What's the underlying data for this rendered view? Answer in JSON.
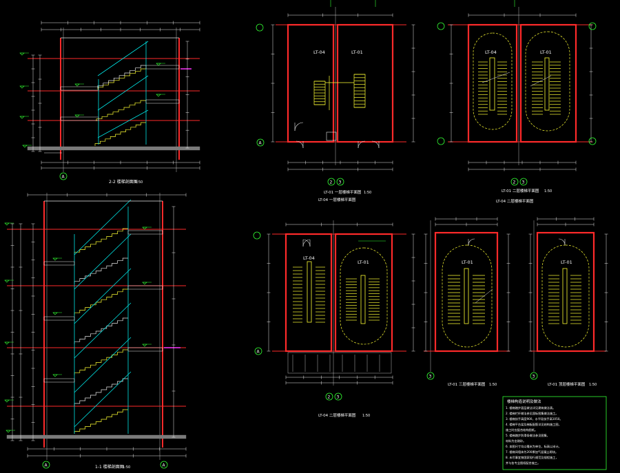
{
  "drawing": {
    "colors": {
      "background": "#000000",
      "wall": "#ff2a2a",
      "dim": "#e8e8e8",
      "stair": "#ffff33",
      "rail": "#00e5e5",
      "level": "#ff2a2a",
      "label": "#ffffff",
      "level_tag": "#33ff33",
      "magenta": "#ff33ff",
      "note_box": "#33ff33",
      "slab": "#7a7a7a"
    },
    "icons": [
      "grid-axis-bubble-icon",
      "elevation-mark-icon",
      "north-arrow-icon"
    ],
    "section_top": {
      "title": "2-2 楼梯剖面图",
      "scale": "1:50",
      "axis_bottom": "A"
    },
    "section_bottom": {
      "title": "1-1 楼梯剖面图",
      "scale": "1:50",
      "axis_bottom_left": "A",
      "axis_bottom_right": "A"
    },
    "plans": {
      "first_floor": {
        "title": "LT-01 一层楼梯平面图",
        "subtitle": "LT-04 一层楼梯平面图",
        "scale": "1:50",
        "room_left": "LT-04",
        "room_right": "LT-01",
        "axis_left": "A",
        "axis_2": "2",
        "axis_3": "3"
      },
      "second_floor": {
        "title": "LT-01 二层楼梯平面图",
        "subtitle": "LT-04 二层楼梯平面图",
        "scale": "1:50",
        "room_left": "LT-04",
        "room_right": "LT-01",
        "axis_2": "2",
        "axis_3": "3"
      },
      "typical": {
        "title": "LT-04 二层楼梯平面图",
        "scale": "1:50",
        "room_left": "LT-04",
        "room_right": "LT-01",
        "axis_left": "A",
        "axis_2": "2",
        "axis_3": "3"
      },
      "third_floor": {
        "title": "LT-01 三层楼梯平面图",
        "scale": "1:50",
        "room": "LT-01",
        "axis": "3"
      },
      "roof": {
        "title": "LT-01 顶层楼梯平面图",
        "scale": "1:50",
        "room": "LT-01",
        "axis": "3"
      }
    },
    "notes": {
      "title": "楼梯构造说明及做法",
      "lines": [
        "1. 楼梯踏步面层做法详见建筑做法表。",
        "2. 楼梯栏杆做法参见国标图集做法施工。",
        "3. 楼梯扶手高度900，水平段扶手高1050。",
        "4. 楼梯平台梁及梯板配筋详见结构施工图，",
        "   施工时应配合结构图纸。",
        "5. 楼梯踏步防滑条做法参见图集，",
        "   材料为金刚砂。",
        "6. 本图尺寸均以毫米为单位，标高以米计。",
        "7. 楼梯间墙体为200厚加气混凝土砌块。",
        "8. 未尽事宜按国家现行规范及规程施工，",
        "   并与各专业图纸配合施工。"
      ]
    }
  }
}
